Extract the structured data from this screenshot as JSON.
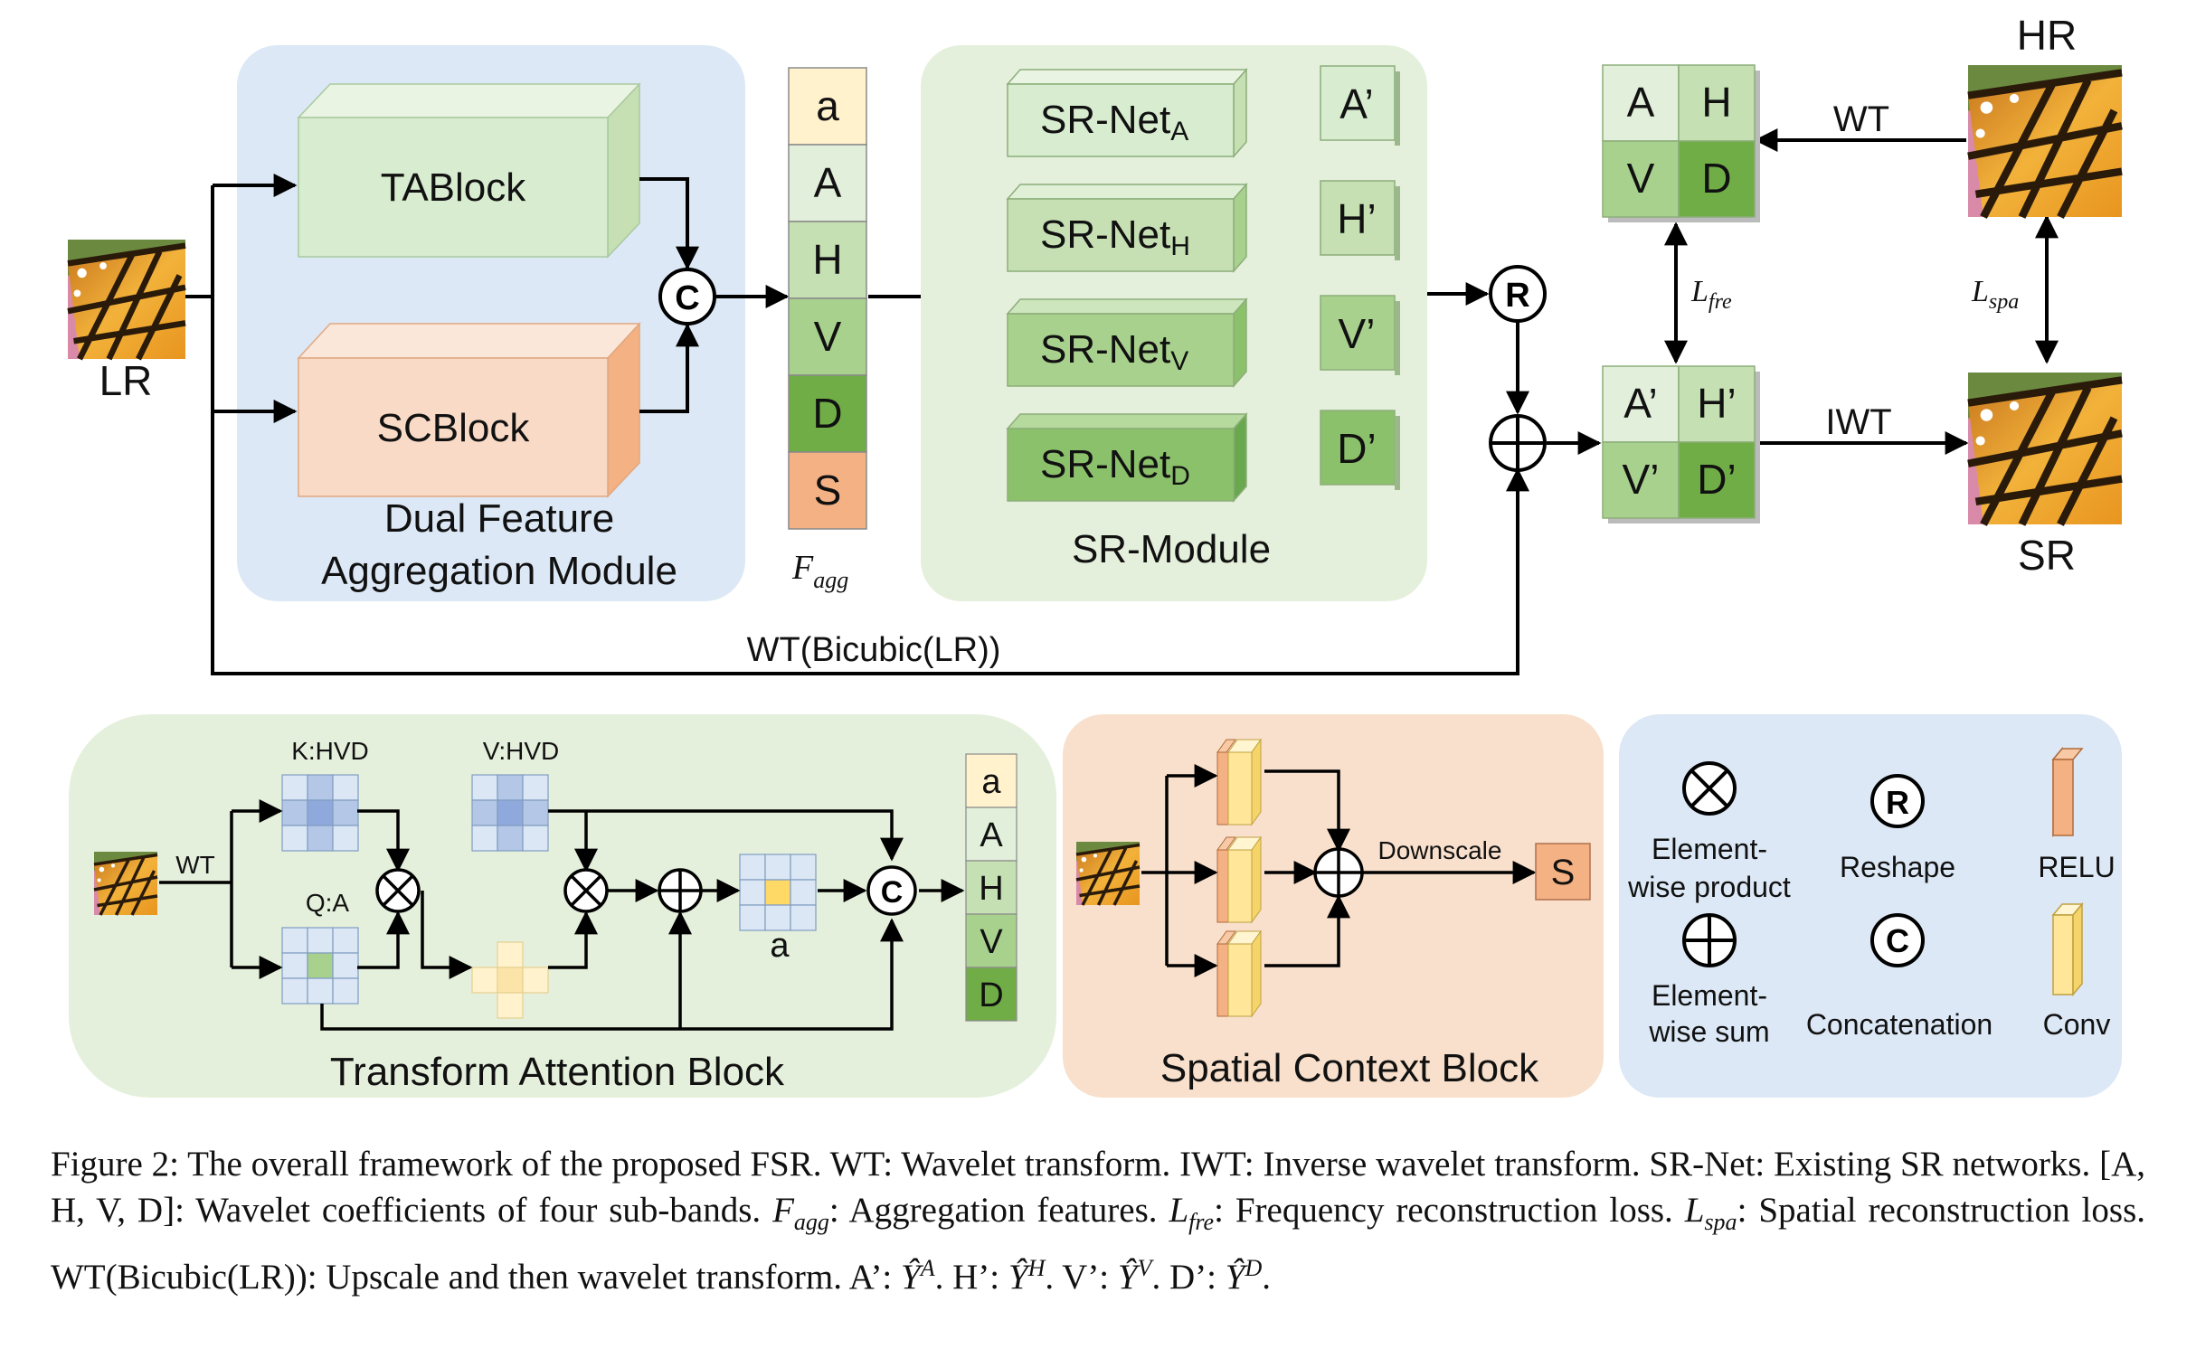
{
  "top": {
    "lr_label": "LR",
    "hr_label": "HR",
    "sr_label": "SR",
    "tablock": "TABlock",
    "scblock": "SCBlock",
    "dual_module": [
      "Dual Feature",
      "Aggregation Module"
    ],
    "concat_symbol": "C",
    "reshape_symbol": "R",
    "stack": [
      "a",
      "A",
      "H",
      "V",
      "D",
      "S"
    ],
    "fagg_label": "F",
    "fagg_sub": "agg",
    "srnets": [
      {
        "base": "SR-Net",
        "sub": "A",
        "out": "A’"
      },
      {
        "base": "SR-Net",
        "sub": "H",
        "out": "H’"
      },
      {
        "base": "SR-Net",
        "sub": "V",
        "out": "V’"
      },
      {
        "base": "SR-Net",
        "sub": "D",
        "out": "D’"
      }
    ],
    "sr_module": "SR-Module",
    "wt_label": "WT",
    "iwt_label": "IWT",
    "grid_gt": [
      "A",
      "H",
      "V",
      "D"
    ],
    "grid_pred": [
      "A’",
      "H’",
      "V’",
      "D’"
    ],
    "lfre_base": "L",
    "lfre_sub": "fre",
    "lspa_base": "L",
    "lspa_sub": "spa",
    "bypass_label": "WT(Bicubic(LR))"
  },
  "tab": {
    "title": "Transform Attention Block",
    "wt_label": "WT",
    "k_label": "K:HVD",
    "v_label": "V:HVD",
    "q_label": "Q:A",
    "a_label": "a",
    "stack": [
      "a",
      "A",
      "H",
      "V",
      "D"
    ]
  },
  "scb": {
    "title": "Spatial Context Block",
    "downscale": "Downscale",
    "out": "S"
  },
  "legend": {
    "product": [
      "Element-",
      "wise product"
    ],
    "sum": [
      "Element-",
      "wise sum"
    ],
    "reshape": "Reshape",
    "concat": "Concatenation",
    "relu": "RELU",
    "conv": "Conv",
    "r_symbol": "R",
    "c_symbol": "C"
  },
  "colors": {
    "blue_panel": "#dce8f5",
    "green_panel": "#e5f0dc",
    "peach_panel": "#f8e0cc",
    "light_green": "#d8ecd0",
    "mid_green": "#a9d18e",
    "dark_green": "#70ad47",
    "orange": "#f4b183",
    "cream": "#fff2cc"
  },
  "caption": {
    "p1": "Figure 2: The overall framework of the proposed FSR. WT: Wavelet transform. IWT: Inverse wavelet transform. SR-Net: Existing SR networks. [A, H, V, D]: Wavelet coefficients of four sub-bands. ",
    "fagg_base": "F",
    "fagg_sub": "agg",
    "p2": ": Aggregation features. ",
    "lfre_base": "L",
    "lfre_sub": "fre",
    "p3": ": Frequency reconstruction loss. ",
    "lspa_base": "L",
    "lspa_sub": "spa",
    "p4": ": Spatial reconstruction loss. WT(Bicubic(LR)): Upscale and then wavelet transform. A’: ",
    "yhat": "Ŷ",
    "supA": "A",
    "p5": ". H’: ",
    "supH": "H",
    "p6": ". V’: ",
    "supV": "V",
    "p7": ". D’: ",
    "supD": "D",
    "p8": "."
  }
}
